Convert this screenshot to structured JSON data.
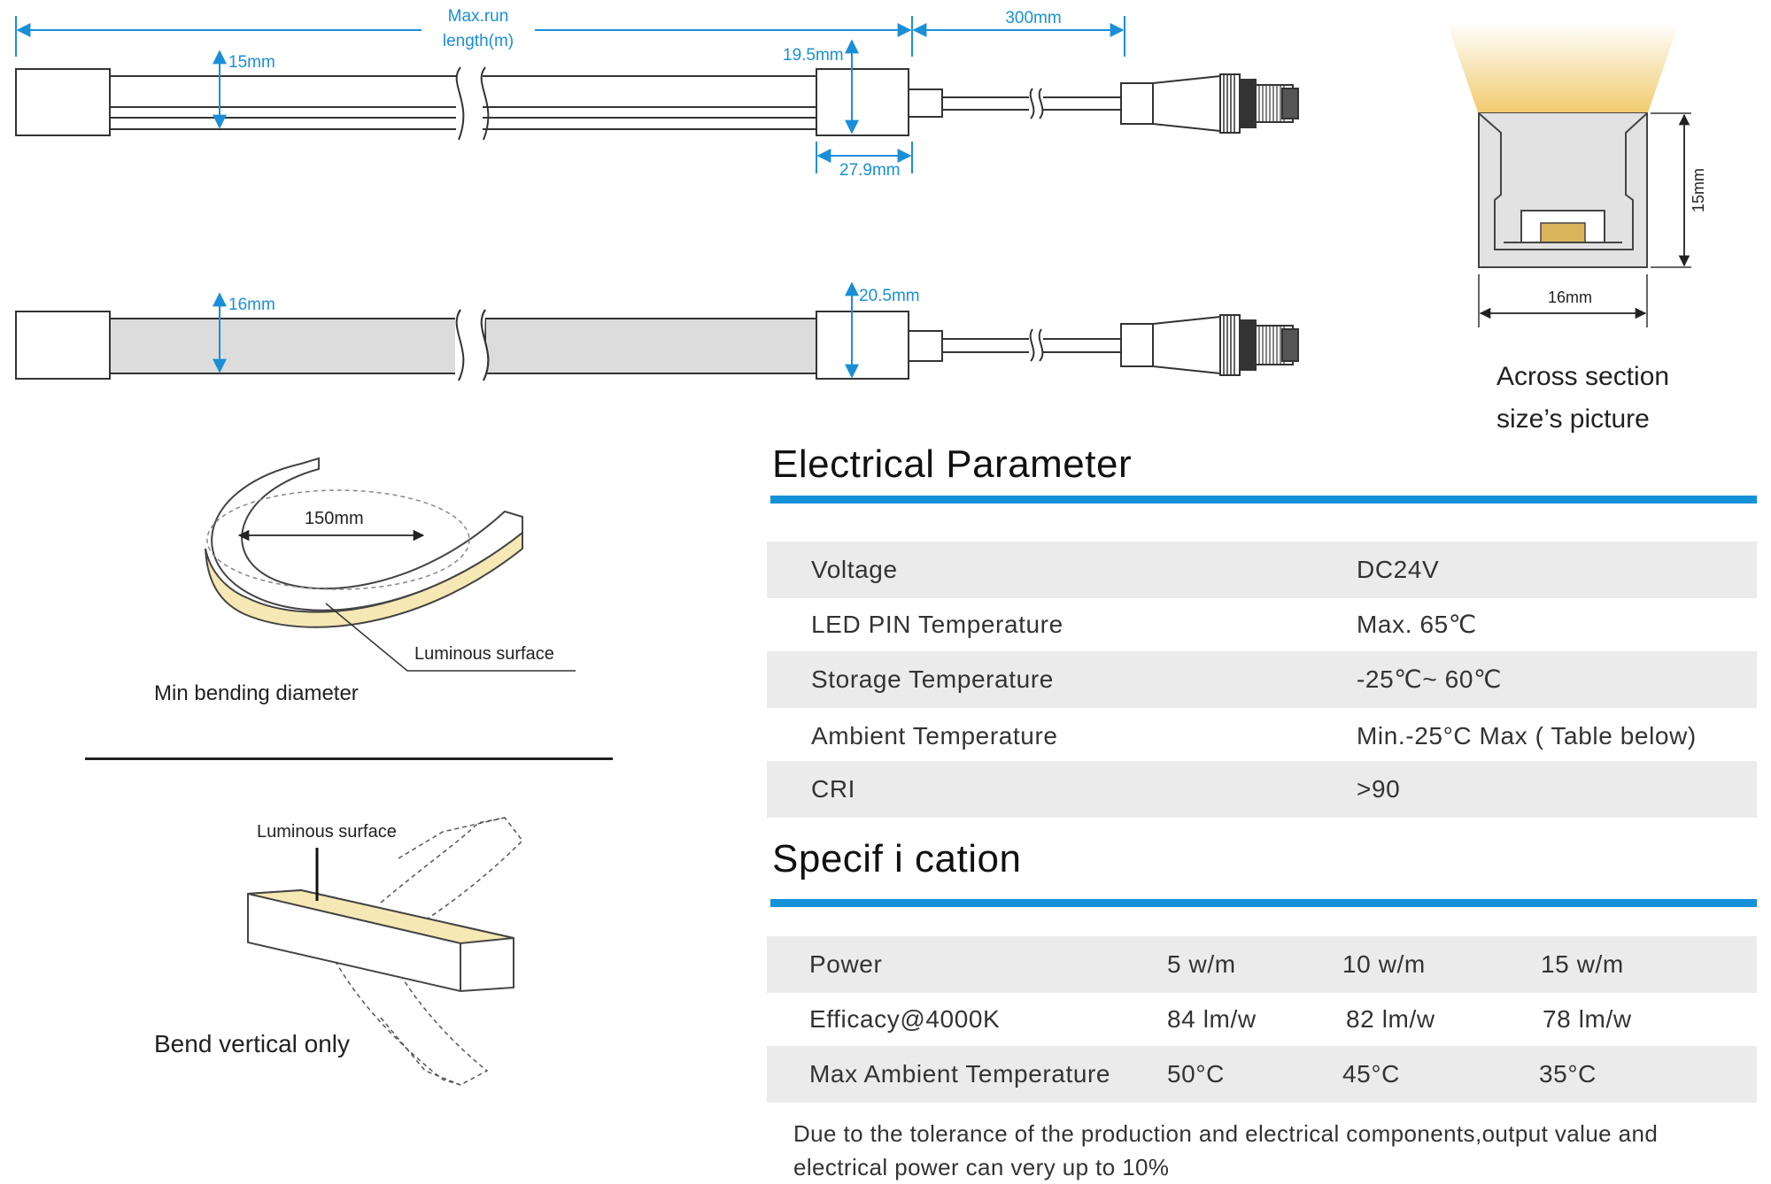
{
  "diagram": {
    "labels": {
      "max_run": "Max.run",
      "length": "length(m)",
      "lead_length": "300mm",
      "height_top": "15mm",
      "end_cap_top": "19.5mm",
      "cap_length": "27.9mm",
      "height_bottom": "16mm",
      "end_cap_bottom": "20.5mm",
      "cross_height": "15mm",
      "cross_width": "16mm",
      "bend_diameter": "150mm",
      "luminous_1": "Luminous surface",
      "luminous_2": "Luminous surface"
    },
    "captions": {
      "cross_section_1": "Across section",
      "cross_section_2": "size’s picture",
      "min_bending": "Min bending diameter",
      "bend_vertical": "Bend vertical only"
    },
    "colors": {
      "dimension": "#1a8fd8",
      "glow": "#f3d58a",
      "led": "#d9b45a",
      "profile_fill": "#e2e2e2",
      "accent": "#1591d8"
    }
  },
  "electrical": {
    "title": "Electrical Parameter",
    "rows": [
      {
        "label": "Voltage",
        "value": "DC24V"
      },
      {
        "label": "LED PIN Temperature",
        "value": "Max. 65℃"
      },
      {
        "label": "Storage Temperature",
        "value": "-25℃~ 60℃"
      },
      {
        "label": "Ambient Temperature",
        "value": "Min.-25°C Max ( Table below)"
      },
      {
        "label": "CRI",
        "value": ">90"
      }
    ]
  },
  "specification": {
    "title": "Specif i cation",
    "rows": [
      {
        "label": "Power",
        "v1": "5 w/m",
        "v2": "10 w/m",
        "v3": "15 w/m"
      },
      {
        "label": "Efficacy@4000K",
        "v1": "84 lm/w",
        "v2": "82 lm/w",
        "v3": "78 lm/w"
      },
      {
        "label": "Max Ambient Temperature",
        "v1": "50°C",
        "v2": "45°C",
        "v3": "35°C"
      }
    ]
  },
  "note": "Due to the tolerance of the production and electrical components,output value and electrical power can very up to 10%"
}
